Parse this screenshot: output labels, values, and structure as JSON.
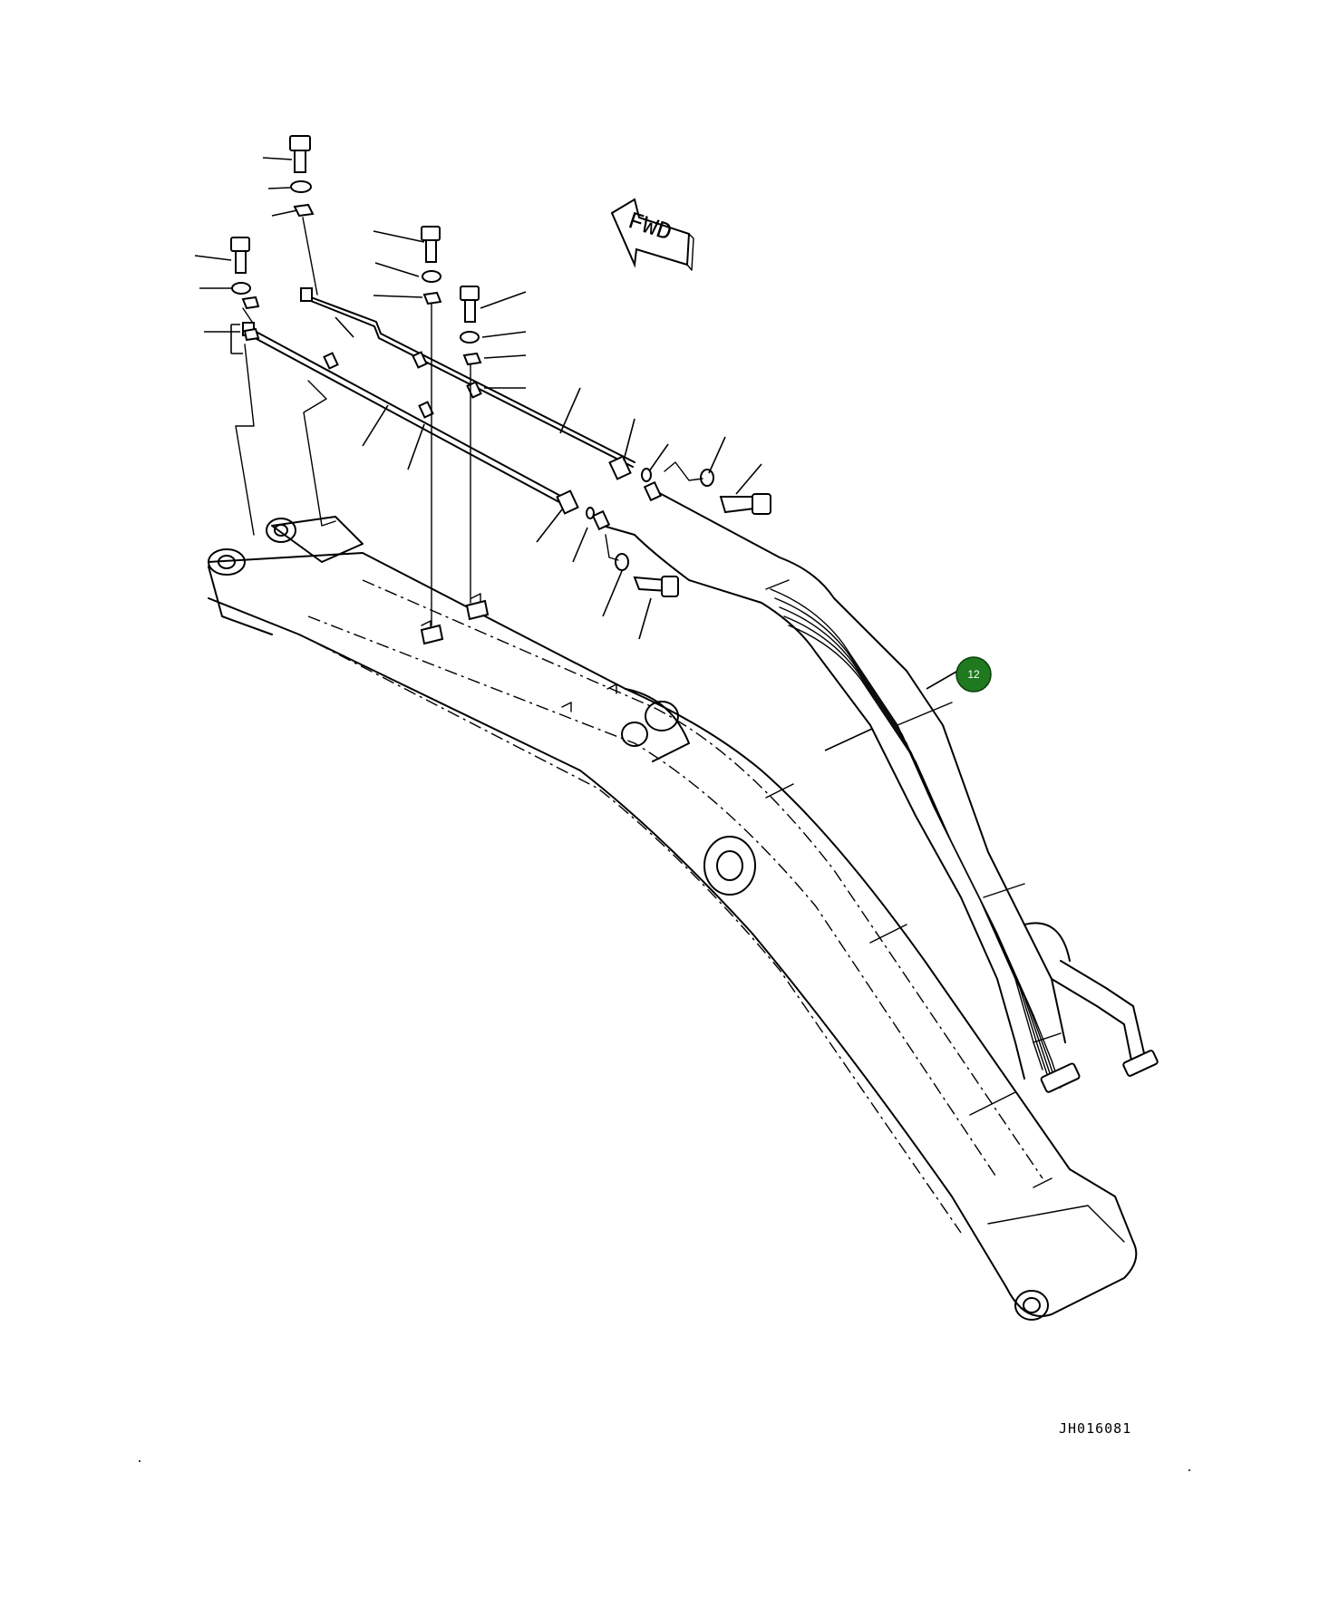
{
  "direction_label": "FWD",
  "drawing_reference": "JH016081",
  "callouts": [
    {
      "number": "12",
      "color": "#1f7a1f"
    }
  ],
  "colors": {
    "line": "#000000",
    "background": "#ffffff",
    "callout_fill": "#1f7a1f"
  }
}
